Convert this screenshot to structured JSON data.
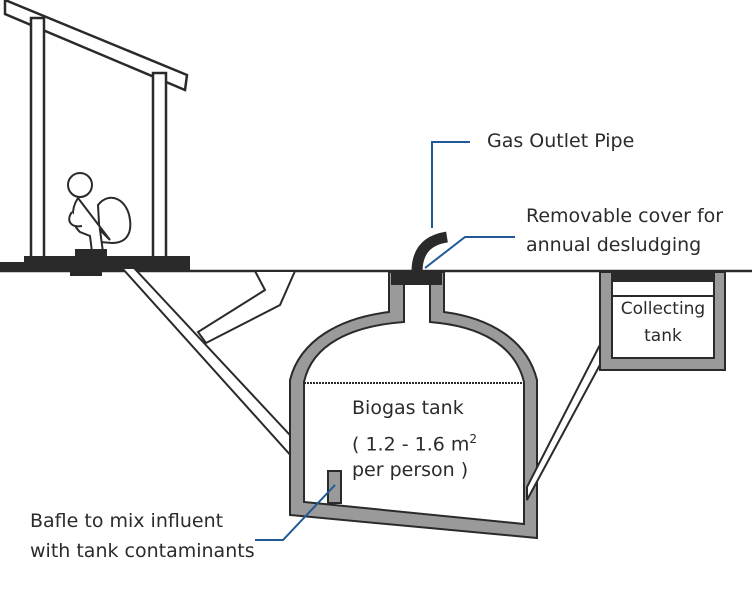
{
  "labels": {
    "gas_outlet": "Gas Outlet Pipe",
    "cover_line1": "Removable cover for",
    "cover_line2": "annual desludging",
    "collecting_line1": "Collecting",
    "collecting_line2": "tank",
    "biogas_line1": "Biogas tank",
    "biogas_line2": "( 1.2 - 1.6 m",
    "biogas_sup": "2",
    "biogas_line3": "per person )",
    "baffle_line1": "Bafle to mix influent",
    "baffle_line2": "with tank contaminants"
  },
  "colors": {
    "callout": "#1f5a96",
    "wall": "#9a9a9a",
    "dark": "#2a2a2a"
  }
}
